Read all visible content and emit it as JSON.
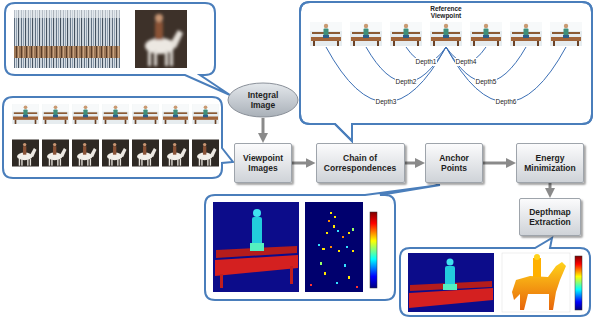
{
  "diagram": {
    "nodes": [
      {
        "text": [
          "Reference Viewpoint"
        ]
      },
      {
        "text": [
          "Integral Image"
        ]
      },
      {
        "text": [
          "Viewpoint Images"
        ]
      },
      {
        "text": [
          "Chain of Correspondences"
        ]
      },
      {
        "text": [
          "Anchor Points"
        ]
      },
      {
        "text": [
          "Energy Minimization"
        ]
      },
      {
        "text": [
          "Depthmap Extraction"
        ]
      }
    ],
    "edges": [
      {
        "from": 1,
        "to": 2,
        "arrow": "to"
      },
      {
        "from": 2,
        "to": 3,
        "arrow": "to"
      },
      {
        "from": 3,
        "to": 4,
        "arrow": "to"
      },
      {
        "from": 4,
        "to": 5,
        "arrow": "to"
      },
      {
        "from": 5,
        "to": 6,
        "arrow": "to"
      }
    ],
    "labels": [
      "Depth1",
      "Depth4",
      "Depth2",
      "Depth5",
      "Depth3",
      "Depth6"
    ]
  }
}
